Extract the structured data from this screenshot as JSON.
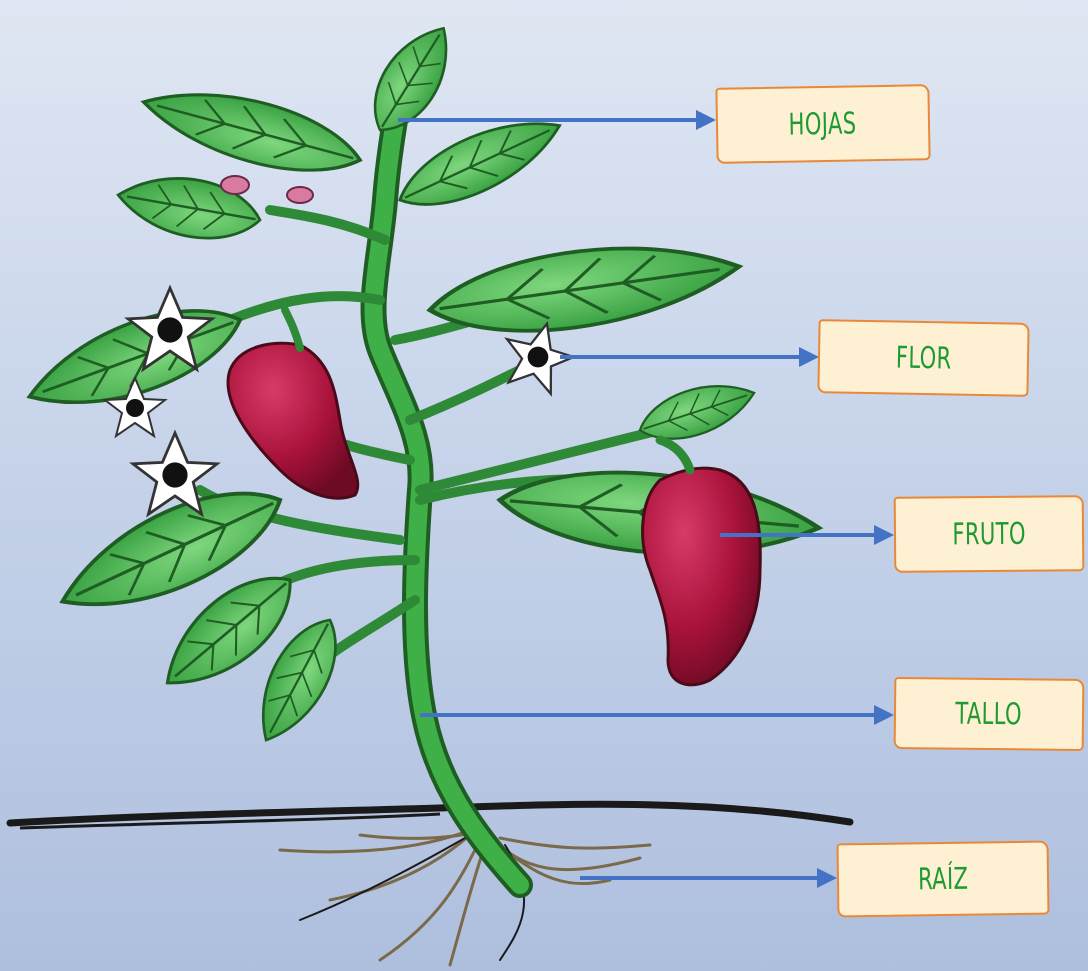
{
  "labels": {
    "hojas": "HOJAS",
    "flor": "FLOR",
    "fruto": "FRUTO",
    "tallo": "TALLO",
    "raiz": "RAÍZ"
  },
  "colors": {
    "background_top": "#e0e7f3",
    "background_bottom": "#aebfde",
    "arrow": "#4472c4",
    "label_fill": "#fdf0d3",
    "label_border": "#e8893a",
    "label_text": "#1e9a32",
    "leaf": "#3fb048",
    "leaf_dark": "#1f5e23",
    "stem": "#2f8a37",
    "pepper": "#a8123a",
    "flower_petal": "#ffffff",
    "flower_center": "#111111",
    "root": "#8a7a5a",
    "ground": "#1a1a1a"
  }
}
